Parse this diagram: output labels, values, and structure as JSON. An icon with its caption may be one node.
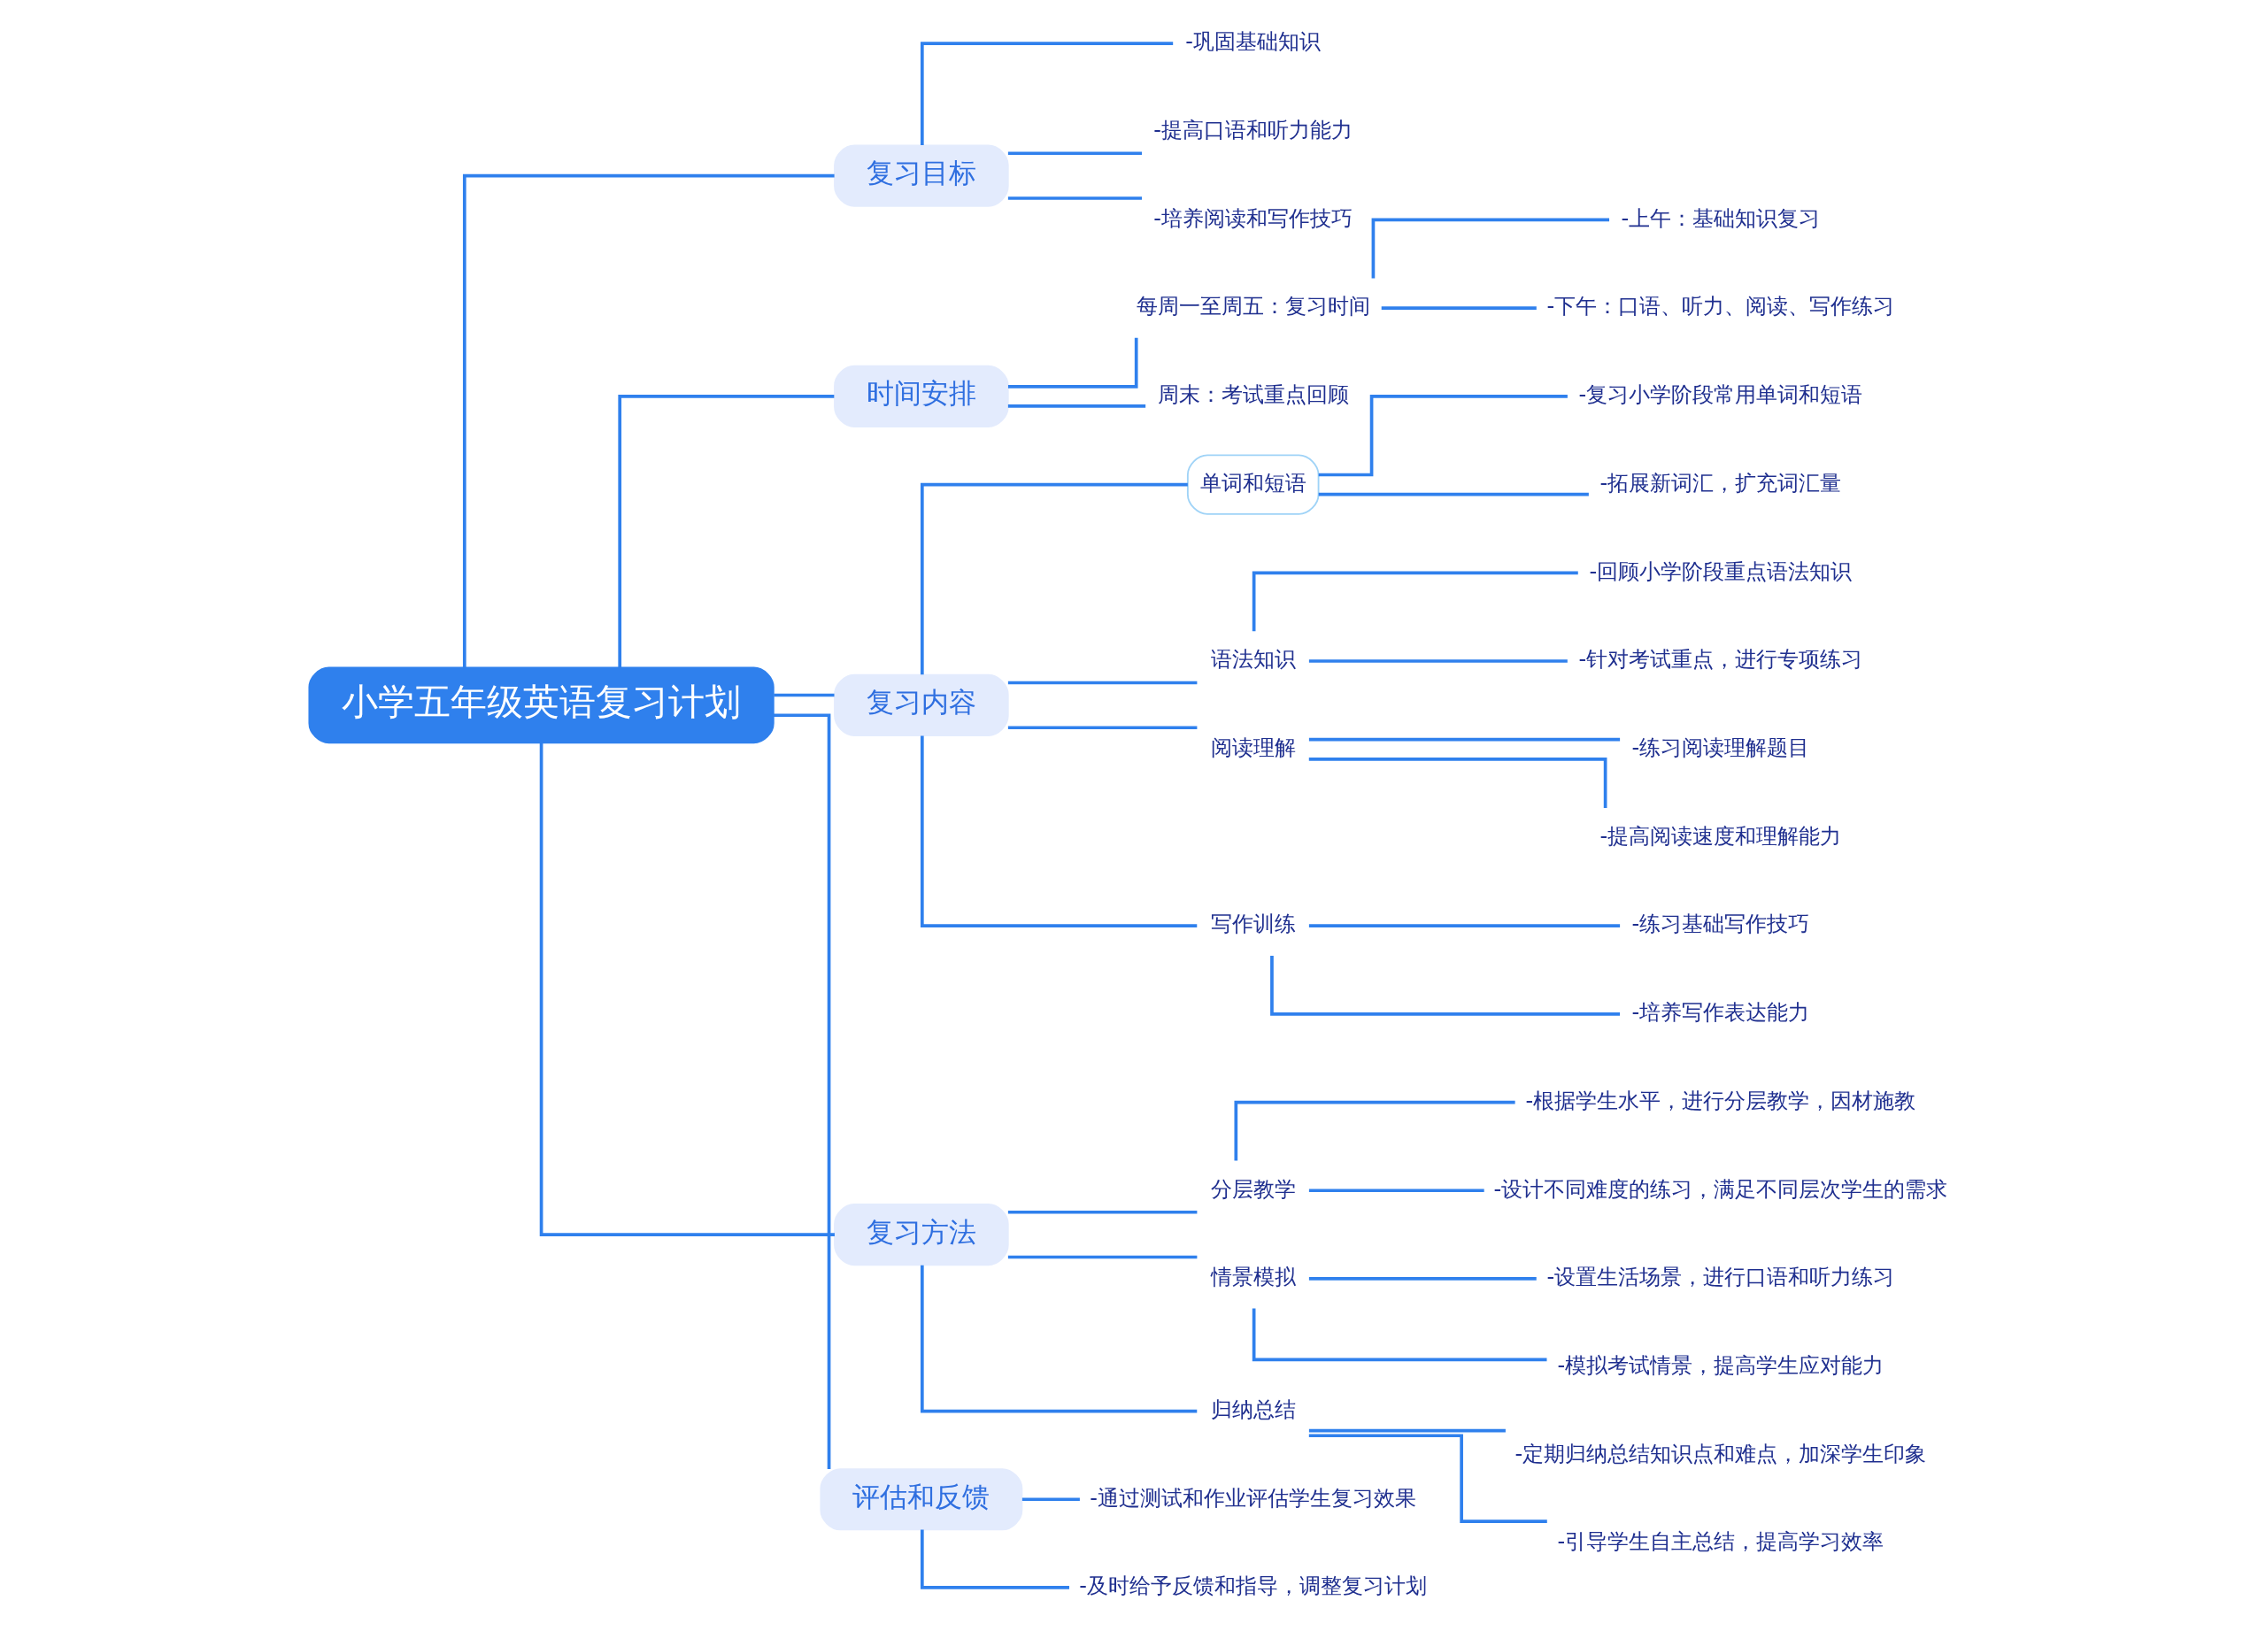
{
  "diagram": {
    "nodes": [
      {
        "text": [
          "小学五年级英语复习计划"
        ]
      },
      {
        "text": [
          "复习目标"
        ]
      },
      {
        "text": [
          "-巩固基础知识"
        ]
      },
      {
        "text": [
          "-提高口语和听力能力"
        ]
      },
      {
        "text": [
          "-培养阅读和写作技巧"
        ]
      },
      {
        "text": [
          "时间安排"
        ]
      },
      {
        "text": [
          "每周一至周五：复习时间"
        ]
      },
      {
        "text": [
          "-上午：基础知识复习"
        ]
      },
      {
        "text": [
          "-下午：口语、听力、阅读、写作练习"
        ]
      },
      {
        "text": [
          "周末：考试重点回顾"
        ]
      },
      {
        "text": [
          "复习内容"
        ]
      },
      {
        "text": [
          "单词和短语"
        ]
      },
      {
        "text": [
          "-复习小学阶段常用单词和短语"
        ]
      },
      {
        "text": [
          "-拓展新词汇，扩充词汇量"
        ]
      },
      {
        "text": [
          "语法知识"
        ]
      },
      {
        "text": [
          "-回顾小学阶段重点语法知识"
        ]
      },
      {
        "text": [
          "-针对考试重点，进行专项练习"
        ]
      },
      {
        "text": [
          "阅读理解"
        ]
      },
      {
        "text": [
          "-练习阅读理解题目"
        ]
      },
      {
        "text": [
          "-提高阅读速度和理解能力"
        ]
      },
      {
        "text": [
          "写作训练"
        ]
      },
      {
        "text": [
          "-练习基础写作技巧"
        ]
      },
      {
        "text": [
          "-培养写作表达能力"
        ]
      },
      {
        "text": [
          "复习方法"
        ]
      },
      {
        "text": [
          "分层教学"
        ]
      },
      {
        "text": [
          "-根据学生水平，进行分层教学，因材施教"
        ]
      },
      {
        "text": [
          "-设计不同难度的练习，满足不同层次学生的需求"
        ]
      },
      {
        "text": [
          "情景模拟"
        ]
      },
      {
        "text": [
          "-设置生活场景，进行口语和听力练习"
        ]
      },
      {
        "text": [
          "-模拟考试情景，提高学生应对能力"
        ]
      },
      {
        "text": [
          "归纳总结"
        ]
      },
      {
        "text": [
          "-定期归纳总结知识点和难点，加深学生印象"
        ]
      },
      {
        "text": [
          "-引导学生自主总结，提高学习效率"
        ]
      },
      {
        "text": [
          "评估和反馈"
        ]
      },
      {
        "text": [
          "-通过测试和作业评估学生复习效果"
        ]
      },
      {
        "text": [
          "-及时给予反馈和指导，调整复习计划"
        ]
      }
    ],
    "edges": [
      {
        "from": 0,
        "to": 1,
        "arrow": "none"
      },
      {
        "from": 1,
        "to": 2,
        "arrow": "none"
      },
      {
        "from": 1,
        "to": 3,
        "arrow": "none"
      },
      {
        "from": 1,
        "to": 4,
        "arrow": "none"
      },
      {
        "from": 0,
        "to": 5,
        "arrow": "none"
      },
      {
        "from": 5,
        "to": 6,
        "arrow": "none"
      },
      {
        "from": 6,
        "to": 7,
        "arrow": "none"
      },
      {
        "from": 6,
        "to": 8,
        "arrow": "none"
      },
      {
        "from": 5,
        "to": 9,
        "arrow": "none"
      },
      {
        "from": 0,
        "to": 10,
        "arrow": "none"
      },
      {
        "from": 10,
        "to": 11,
        "arrow": "none"
      },
      {
        "from": 11,
        "to": 12,
        "arrow": "none"
      },
      {
        "from": 11,
        "to": 13,
        "arrow": "none"
      },
      {
        "from": 10,
        "to": 14,
        "arrow": "none"
      },
      {
        "from": 14,
        "to": 15,
        "arrow": "none"
      },
      {
        "from": 14,
        "to": 16,
        "arrow": "none"
      },
      {
        "from": 10,
        "to": 17,
        "arrow": "none"
      },
      {
        "from": 17,
        "to": 18,
        "arrow": "none"
      },
      {
        "from": 17,
        "to": 19,
        "arrow": "none"
      },
      {
        "from": 10,
        "to": 20,
        "arrow": "none"
      },
      {
        "from": 20,
        "to": 21,
        "arrow": "none"
      },
      {
        "from": 20,
        "to": 22,
        "arrow": "none"
      },
      {
        "from": 0,
        "to": 23,
        "arrow": "none"
      },
      {
        "from": 23,
        "to": 24,
        "arrow": "none"
      },
      {
        "from": 24,
        "to": 25,
        "arrow": "none"
      },
      {
        "from": 24,
        "to": 26,
        "arrow": "none"
      },
      {
        "from": 23,
        "to": 27,
        "arrow": "none"
      },
      {
        "from": 27,
        "to": 28,
        "arrow": "none"
      },
      {
        "from": 27,
        "to": 29,
        "arrow": "none"
      },
      {
        "from": 23,
        "to": 30,
        "arrow": "none"
      },
      {
        "from": 30,
        "to": 31,
        "arrow": "none"
      },
      {
        "from": 30,
        "to": 32,
        "arrow": "none"
      },
      {
        "from": 0,
        "to": 33,
        "arrow": "none"
      },
      {
        "from": 33,
        "to": 34,
        "arrow": "none"
      },
      {
        "from": 33,
        "to": 35,
        "arrow": "none"
      }
    ]
  }
}
